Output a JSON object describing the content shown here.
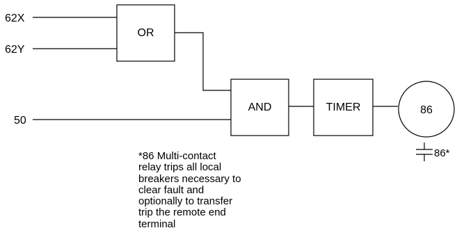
{
  "inputs": {
    "in_62x": "62X",
    "in_62y": "62Y",
    "in_50": "50"
  },
  "blocks": {
    "or_gate": "OR",
    "and_gate": "AND",
    "timer": "TIMER",
    "relay": "86"
  },
  "contact_label": "86*",
  "footnote": "*86 Multi-contact\nrelay trips all local\nbreakers necessary to\nclear fault and\noptionally to transfer\ntrip the remote end\nterminal"
}
